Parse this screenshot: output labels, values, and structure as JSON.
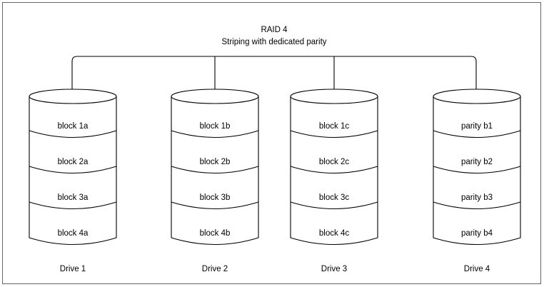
{
  "diagram": {
    "title": "RAID 4",
    "subtitle": "Striping with dedicated parity",
    "stroke_color": "#000000",
    "frame_color": "#666666",
    "background_color": "#ffffff",
    "drives": [
      {
        "label": "Drive 1",
        "blocks": [
          "block 1a",
          "block 2a",
          "block 3a",
          "block 4a"
        ]
      },
      {
        "label": "Drive 2",
        "blocks": [
          "block 1b",
          "block 2b",
          "block 3b",
          "block 4b"
        ]
      },
      {
        "label": "Drive 3",
        "blocks": [
          "block 1c",
          "block 2c",
          "block 3c",
          "block 4c"
        ]
      },
      {
        "label": "Drive 4",
        "blocks": [
          "parity b1",
          "parity b2",
          "parity b3",
          "parity b4"
        ]
      }
    ]
  }
}
